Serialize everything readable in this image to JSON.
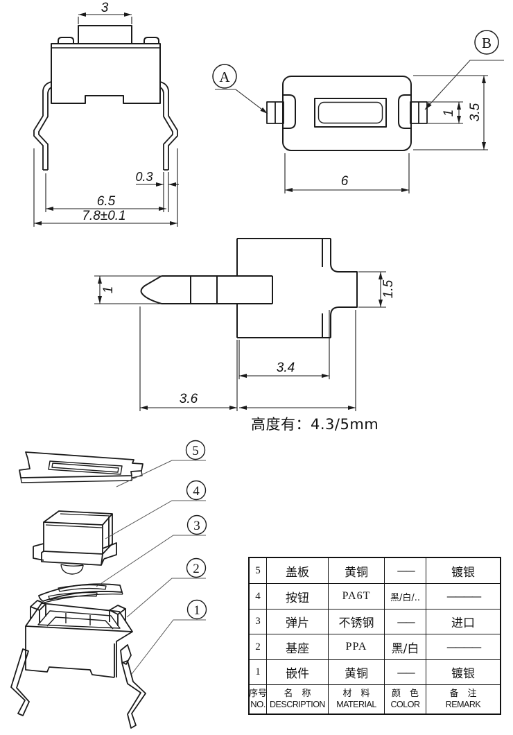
{
  "drawing": {
    "front_view": {
      "dim_button_width": "3",
      "dim_lead_width": "0.3",
      "dim_lead_span": "6.5",
      "dim_overall_width": "7.8±0.1"
    },
    "top_view": {
      "callout_a": "A",
      "callout_b": "B",
      "dim_length": "6",
      "dim_width": "3.5",
      "dim_terminal_width": "1"
    },
    "section_view": {
      "dim_lead_thickness": "1",
      "dim_boss_height": "1.5",
      "dim_body_width": "3.4",
      "dim_lead_length": "3.6",
      "height_note": "高度有：4.3/5mm"
    },
    "exploded_view": {
      "callout_5": "5",
      "callout_4": "4",
      "callout_3": "3",
      "callout_2": "2",
      "callout_1": "1"
    }
  },
  "bom_table": {
    "header": {
      "no_cn": "序号",
      "no_en": "NO.",
      "description_cn": "名　称",
      "description_en": "DESCRIPTION",
      "material_cn": "材　料",
      "material_en": "MATERIAL",
      "color_cn": "颜　色",
      "color_en": "COLOR",
      "remark_cn": "备　注",
      "remark_en": "REMARK"
    },
    "rows": [
      {
        "no": "5",
        "description": "盖板",
        "material": "黄铜",
        "color": "——",
        "remark": "镀银"
      },
      {
        "no": "4",
        "description": "按钮",
        "material": "PA6T",
        "color": "黑/白/..",
        "remark": "————"
      },
      {
        "no": "3",
        "description": "弹片",
        "material": "不锈钢",
        "color": "——",
        "remark": "进口"
      },
      {
        "no": "2",
        "description": "基座",
        "material": "PPA",
        "color": "黑/白",
        "remark": "————"
      },
      {
        "no": "1",
        "description": "嵌件",
        "material": "黄铜",
        "color": "——",
        "remark": "镀银"
      }
    ]
  },
  "colors": {
    "line": "#1a1a1a",
    "leader": "#555555",
    "background": "#ffffff"
  }
}
